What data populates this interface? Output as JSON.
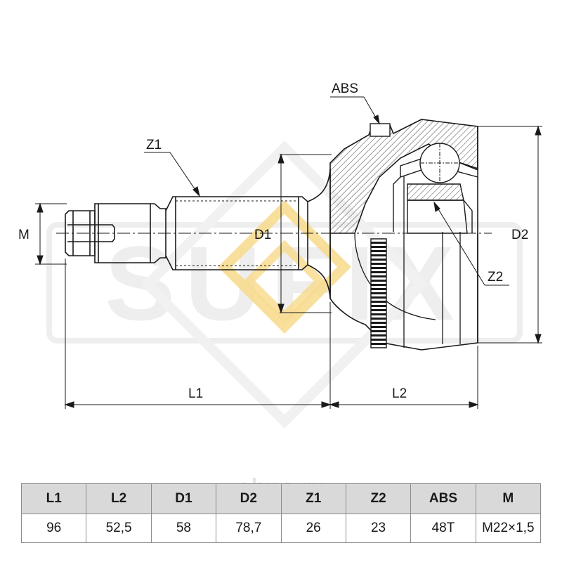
{
  "watermark": {
    "brand": "SUFIX"
  },
  "labels": {
    "abs": "ABS",
    "z1": "Z1",
    "z2": "Z2",
    "d1": "D1",
    "d2": "D2",
    "m": "M",
    "l1": "L1",
    "l2": "L2"
  },
  "source_mark": "obpo.ru",
  "table": {
    "headers": [
      "L1",
      "L2",
      "D1",
      "D2",
      "Z1",
      "Z2",
      "ABS",
      "M"
    ],
    "values": [
      "96",
      "52,5",
      "58",
      "78,7",
      "26",
      "23",
      "48T",
      "M22×1,5"
    ]
  },
  "colors": {
    "line": "#1a1a1a",
    "hatch": "#555555",
    "watermark": "#eeeeee",
    "accent": "#f7d98a",
    "header_bg": "#d9d9d9"
  }
}
